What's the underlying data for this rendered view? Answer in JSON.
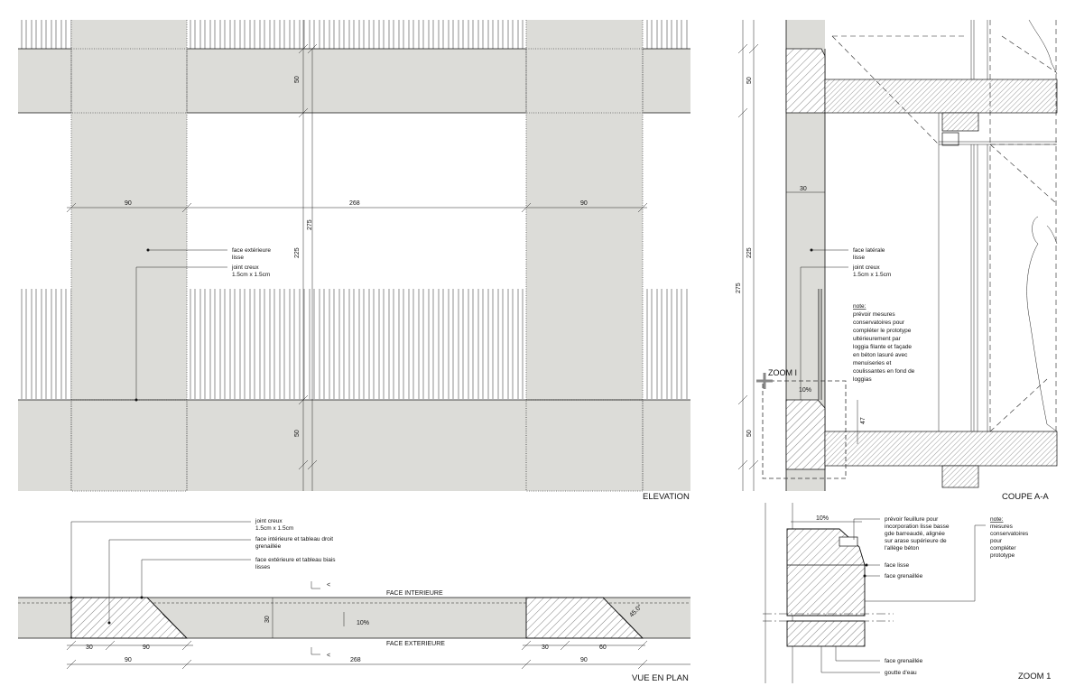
{
  "elevation": {
    "caption": "ELEVATION",
    "dims": {
      "h_top": "50",
      "h_mid": "225",
      "h_total": "275",
      "h_bottom": "50",
      "w_left": "90",
      "w_mid": "268",
      "w_right": "90"
    },
    "note_face": [
      "face extérieure",
      "lisse"
    ],
    "note_joint": [
      "joint creux",
      "1.5cm x 1.5cm"
    ]
  },
  "section": {
    "caption": "COUPE A-A",
    "dims": {
      "h_top": "50",
      "w_slab": "30",
      "h_mid": "225",
      "h_total": "275",
      "h_bottom": "50",
      "h_47": "47"
    },
    "slope": "10%",
    "zoom_label": "ZOOM I",
    "note_face": [
      "face latérale",
      "lisse"
    ],
    "note_joint": [
      "joint creux",
      "1.5cm x 1.5cm"
    ],
    "note_main": [
      "note:",
      "prévoir mesures",
      "conservatoires pour",
      "compléter le prototype",
      "ultérieurement par",
      "loggia filante et façade",
      "en béton lasuré avec",
      "menuiseries et",
      "coulissantes en fond de",
      "loggias"
    ]
  },
  "plan": {
    "caption": "VUE EN PLAN",
    "face_interior": "FACE INTERIEURE",
    "face_exterior": "FACE EXTERIEURE",
    "slope": "10%",
    "angle": "45.0°",
    "depth": "30",
    "dims": {
      "a": "30",
      "b": "90",
      "c": "90",
      "d": "268",
      "e": "30",
      "f": "60",
      "g": "90"
    },
    "note1": [
      "joint creux",
      "1.5cm x 1.5cm"
    ],
    "note2": [
      "face intérieure et tableau droit",
      "grenaillée"
    ],
    "note3": [
      "face extérieure et tableau biais",
      "lisses"
    ],
    "section_mark": "<"
  },
  "zoom": {
    "caption": "ZOOM 1",
    "slope": "10%",
    "note_rebate": [
      "prévoir feuillure pour",
      "incorporation lisse basse",
      "gde barreaudé, alignée",
      "sur arase supérieure de",
      "l'allège béton"
    ],
    "note_lisse": "face lisse",
    "note_gren": "face grenaillée",
    "note_note": [
      "note:",
      "mesures",
      "conservatoires",
      "pour",
      "compléter",
      "prototype"
    ],
    "note_gren2": "face grenaillée",
    "note_drip": "goutte d'eau"
  }
}
